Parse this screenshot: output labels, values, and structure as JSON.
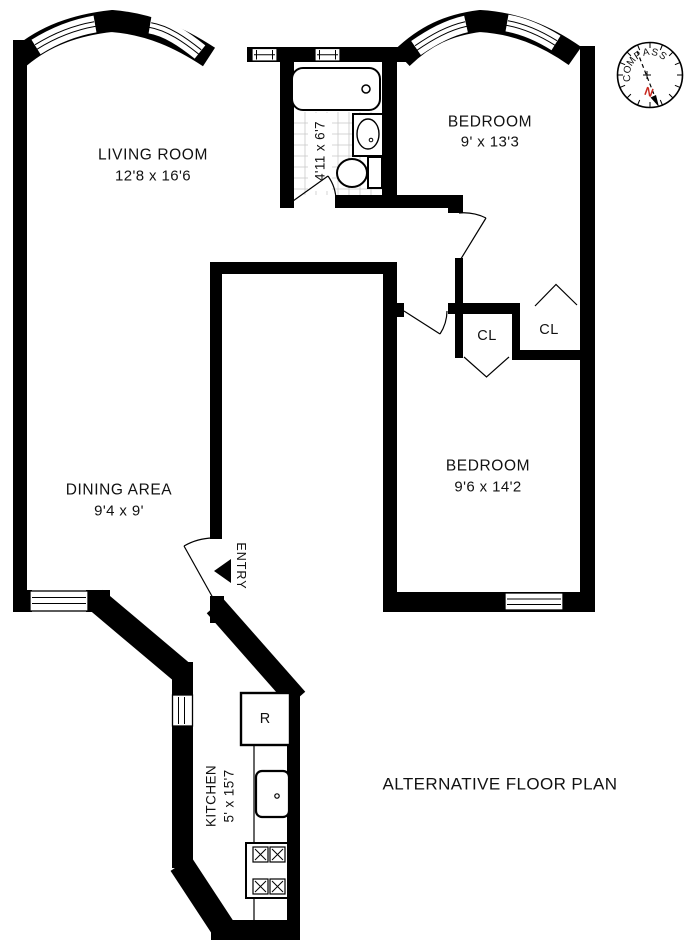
{
  "title": "ALTERNATIVE FLOOR PLAN",
  "rooms": {
    "living": {
      "name": "LIVING ROOM",
      "dims": "12'8 x 16'6"
    },
    "dining": {
      "name": "DINING AREA",
      "dims": "9'4 x 9'"
    },
    "bedroom1": {
      "name": "BEDROOM",
      "dims": "9' x 13'3"
    },
    "bedroom2": {
      "name": "BEDROOM",
      "dims": "9'6 x 14'2"
    },
    "kitchen": {
      "name": "KITCHEN",
      "dims": "5' x 15'7"
    },
    "bathroom": {
      "dims": "4'11 x 6'7"
    }
  },
  "labels": {
    "entry": "ENTRY",
    "closet_left": "CL",
    "closet_right": "CL",
    "refrigerator": "R"
  },
  "compass": {
    "letters": [
      "C",
      "O",
      "M",
      "P",
      "A",
      "S",
      "S"
    ],
    "north": "N",
    "north_color": "#c8281e"
  },
  "colors": {
    "wall": "#000000",
    "background": "#ffffff",
    "tile_line": "#c9c9c9"
  }
}
